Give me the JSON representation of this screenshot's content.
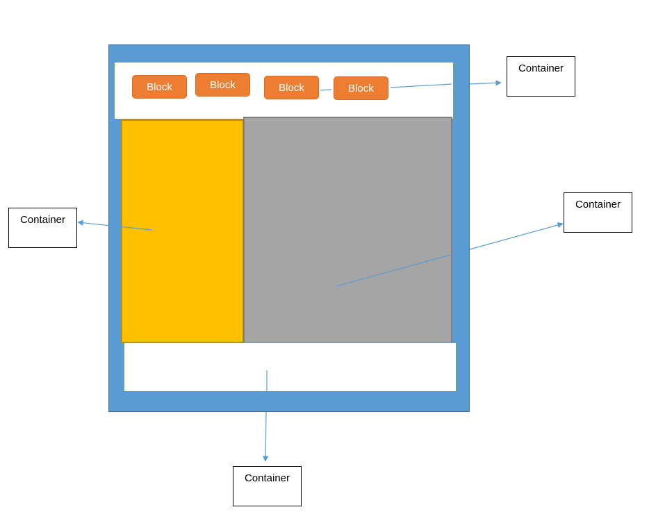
{
  "diagram": {
    "blocks": [
      {
        "label": "Block"
      },
      {
        "label": "Block"
      },
      {
        "label": "Block"
      },
      {
        "label": "Block"
      }
    ],
    "callouts": {
      "top_right": {
        "label": "Container"
      },
      "left": {
        "label": "Container"
      },
      "right": {
        "label": "Container"
      },
      "bottom": {
        "label": "Container"
      }
    },
    "colors": {
      "outer": "#5b9bd5",
      "left_panel": "#ffc000",
      "right_panel": "#a5a5a5",
      "block": "#ed7d31",
      "connector": "#5b9bd5"
    }
  }
}
